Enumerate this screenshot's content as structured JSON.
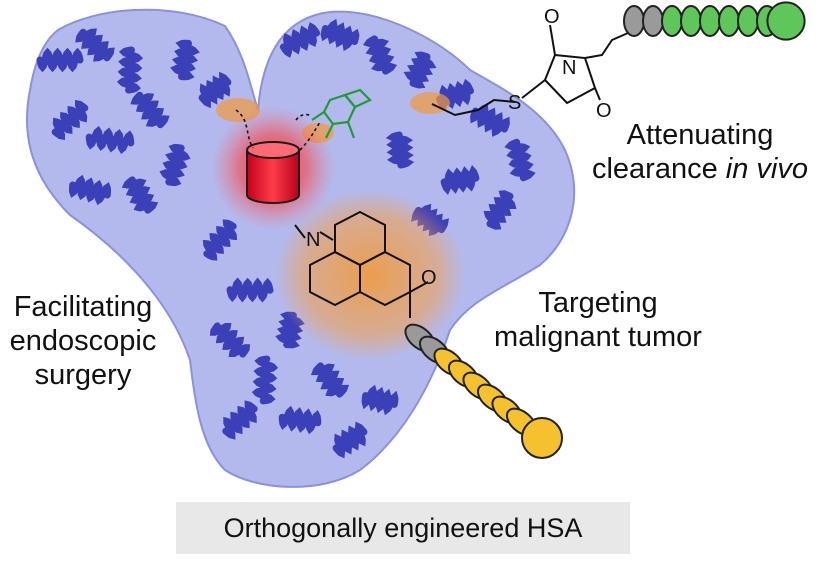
{
  "labels": {
    "clearance": {
      "line1": "Attenuating",
      "line2_prefix": "clearance ",
      "line2_italic": "in vivo"
    },
    "tumor": {
      "line1": "Targeting",
      "line2": "malignant tumor"
    },
    "surgery": {
      "line1": "Facilitating",
      "line2": "endoscopic",
      "line3": "surgery"
    }
  },
  "caption": "Orthogonally engineered HSA",
  "chem_atoms": {
    "nitrogen_quinoline": "N",
    "nitrogen_imide": "N",
    "sulfur": "S",
    "oxygen_1": "O",
    "oxygen_2": "O",
    "oxygen_ketone": "O"
  },
  "colors": {
    "protein_surface": "#9aa2e6",
    "protein_helix": "#3b3fb8",
    "dye_site": "#f4a04a",
    "red_glow": "#ff2a2a",
    "green_chain": "#5fc75a",
    "yellow_chain": "#f6c12f",
    "gray_bead": "#9a9a9a"
  },
  "chains": {
    "green": {
      "gray_beads": 2,
      "colored_beads": 7
    },
    "yellow": {
      "gray_beads": 2,
      "colored_beads": 7
    }
  }
}
